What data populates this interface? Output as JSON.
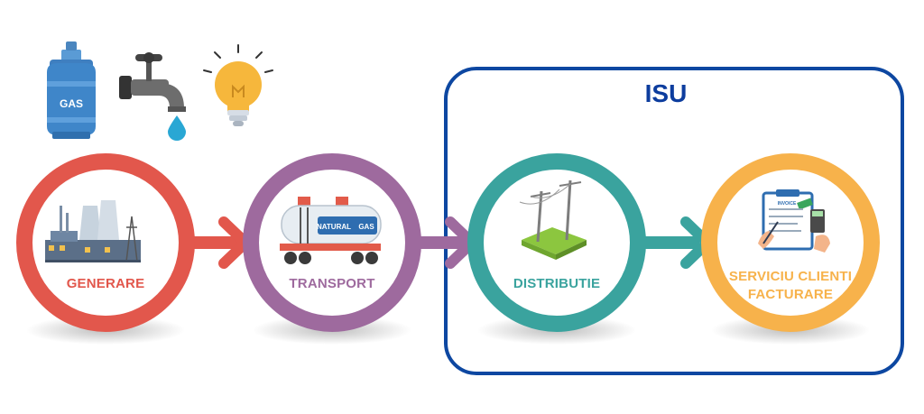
{
  "isu_group": {
    "title": "ISU",
    "color": "#0d47a1"
  },
  "top_icons": [
    {
      "icon": "gas-cylinder-icon",
      "text": "GAS"
    },
    {
      "icon": "water-tap-icon"
    },
    {
      "icon": "light-bulb-icon"
    }
  ],
  "stages": [
    {
      "label": "GENERARE",
      "color": "#e2574c",
      "icon": "power-plant-icon"
    },
    {
      "label": "TRANSPORT",
      "color": "#9e6a9e",
      "icon": "gas-tanker-icon"
    },
    {
      "label": "DISTRIBUTIE",
      "color": "#3aa39e",
      "icon": "power-line-icon"
    },
    {
      "label_lines": [
        "SERVICIU CLIENTI",
        "FACTURARE"
      ],
      "color": "#f7b24b",
      "icon": "invoice-billing-icon"
    }
  ],
  "tanker_text": {
    "left": "NATURAL",
    "right": "GAS"
  },
  "invoice_text": "INVOICE"
}
